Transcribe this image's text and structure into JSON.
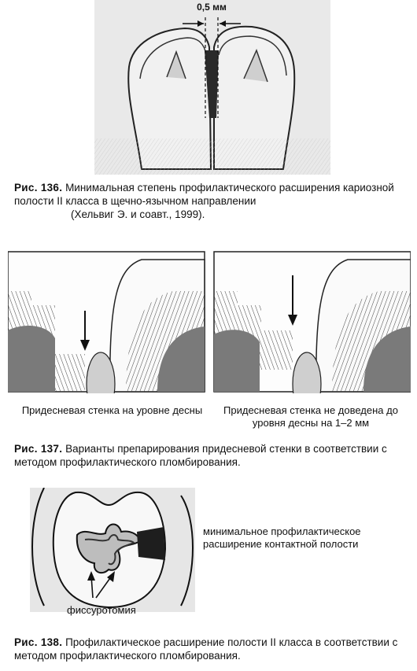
{
  "figures": [
    {
      "measure_label": "0,5 мм",
      "caption_label": "Рис. 136.",
      "caption_text": "Минимальная степень профилактического расширения кариозной полости II класса в щечно-язычном направлении",
      "caption_ref": "(Хельвиг Э. и соавт., 1999)."
    },
    {
      "left_label": "Придесневая стенка на уровне десны",
      "right_label": "Придесневая стенка не доведена до уровня десны на 1–2 мм",
      "caption_label": "Рис. 137.",
      "caption_text": "Варианты препарирования придесневой стенки в соответствии с методом профилактического пломбирования."
    },
    {
      "annotation_right": "минимальное профилактическое расширение контактной полости",
      "annotation_bottom": "фиссуротомия",
      "caption_label": "Рис. 138.",
      "caption_text": "Профилактическое расширение полости II класса в соответствии с методом профилактического пломбирования."
    }
  ]
}
